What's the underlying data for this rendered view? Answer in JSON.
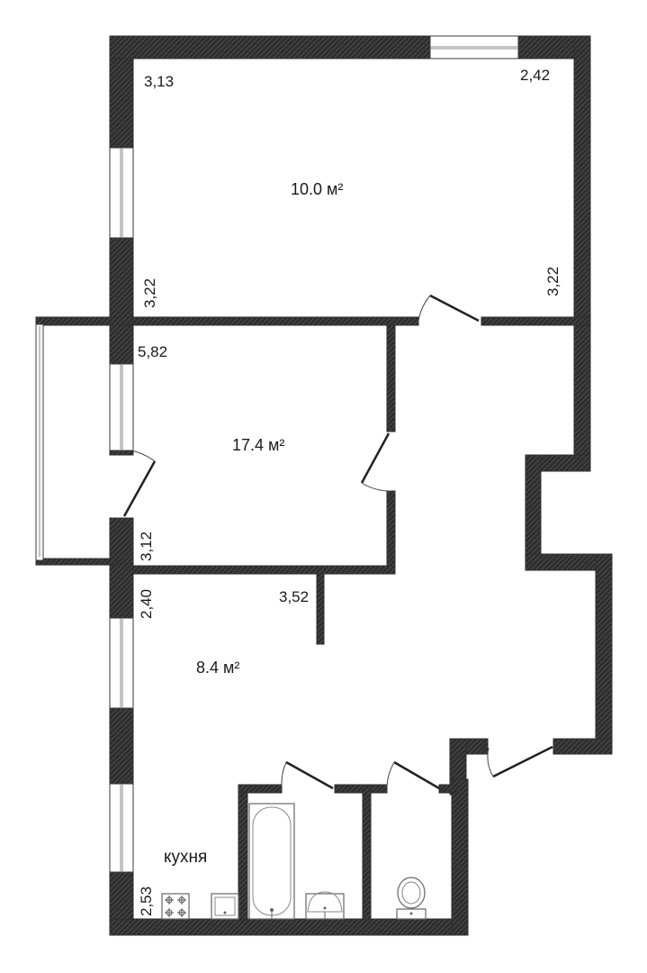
{
  "rooms": {
    "room_top": {
      "area": "10.0 м²",
      "dim_top_left": "3,13",
      "dim_top_right": "2,42",
      "dim_bottom_left": "3,22",
      "dim_bottom_right": "3,22"
    },
    "room_middle": {
      "area": "17.4 м²",
      "dim_top_left": "5,82",
      "dim_bottom_left": "3,12"
    },
    "kitchen": {
      "area": "8.4 м²",
      "name": "кухня",
      "dim_top_left": "2,40",
      "dim_partition": "3,52",
      "dim_bottom_left": "2,53"
    }
  },
  "icons": [
    "stove-icon",
    "sink-icon",
    "bathtub-icon",
    "washbasin-icon",
    "toilet-icon"
  ]
}
